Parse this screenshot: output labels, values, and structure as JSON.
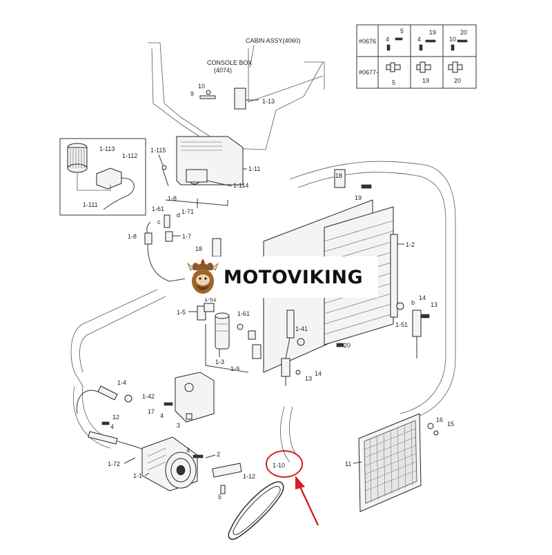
{
  "title": {
    "cabin": "CABIN ASSY(4060)",
    "console_line1": "CONSOLE BOX",
    "console_line2": "(4074)"
  },
  "watermark": {
    "text": "MOTOVIKING"
  },
  "table": {
    "rows": [
      {
        "id": "#0676",
        "cells": [
          [
            "4",
            "5"
          ],
          [
            "4",
            "19"
          ],
          [
            "10",
            "20"
          ]
        ]
      },
      {
        "id": "#0677-",
        "cells": [
          [
            "5"
          ],
          [
            "19"
          ],
          [
            "20"
          ]
        ]
      }
    ]
  },
  "labels": {
    "l_9": "9",
    "l_10": "10",
    "l_1_13": "1-13",
    "l_1_113": "1-113",
    "l_1_112": "1-112",
    "l_1_111": "1-111",
    "l_1_115": "1-115",
    "l_1_11": "1-11",
    "l_1_114": "1-114",
    "l_1_8": "1-8",
    "l_1_71": "1-71",
    "l_1_61a": "1-61",
    "l_c": "c",
    "l_d": "d",
    "l_1_7": "1-7",
    "l_1_8b": "1-8",
    "l_18a": "18",
    "l_19": "19",
    "l_18b": "18",
    "l_1_2": "1-2",
    "l_1_51a": "1-51",
    "l_1_5": "1-5",
    "l_1_61b": "1-61",
    "l_1_3": "1-3",
    "l_1_9": "1-9",
    "l_1_41": "1-41",
    "l_13a": "13",
    "l_14a": "14",
    "l_20": "20",
    "l_b": "b",
    "l_14b": "14",
    "l_13b": "13",
    "l_1_51b": "1-51",
    "l_1_4": "1-4",
    "l_1_42": "1-42",
    "l_17": "17",
    "l_4a": "4",
    "l_3": "3",
    "l_12": "12",
    "l_4b": "4",
    "l_4c": "4",
    "l_2": "2",
    "l_1_72": "1-72",
    "l_1_1": "1-1",
    "l_1_12": "1-12",
    "l_5": "5",
    "l_1_10": "1-10",
    "l_11": "11",
    "l_16": "16",
    "l_15": "15"
  },
  "highlight": {
    "target": "1-10",
    "color": "#d42020"
  }
}
